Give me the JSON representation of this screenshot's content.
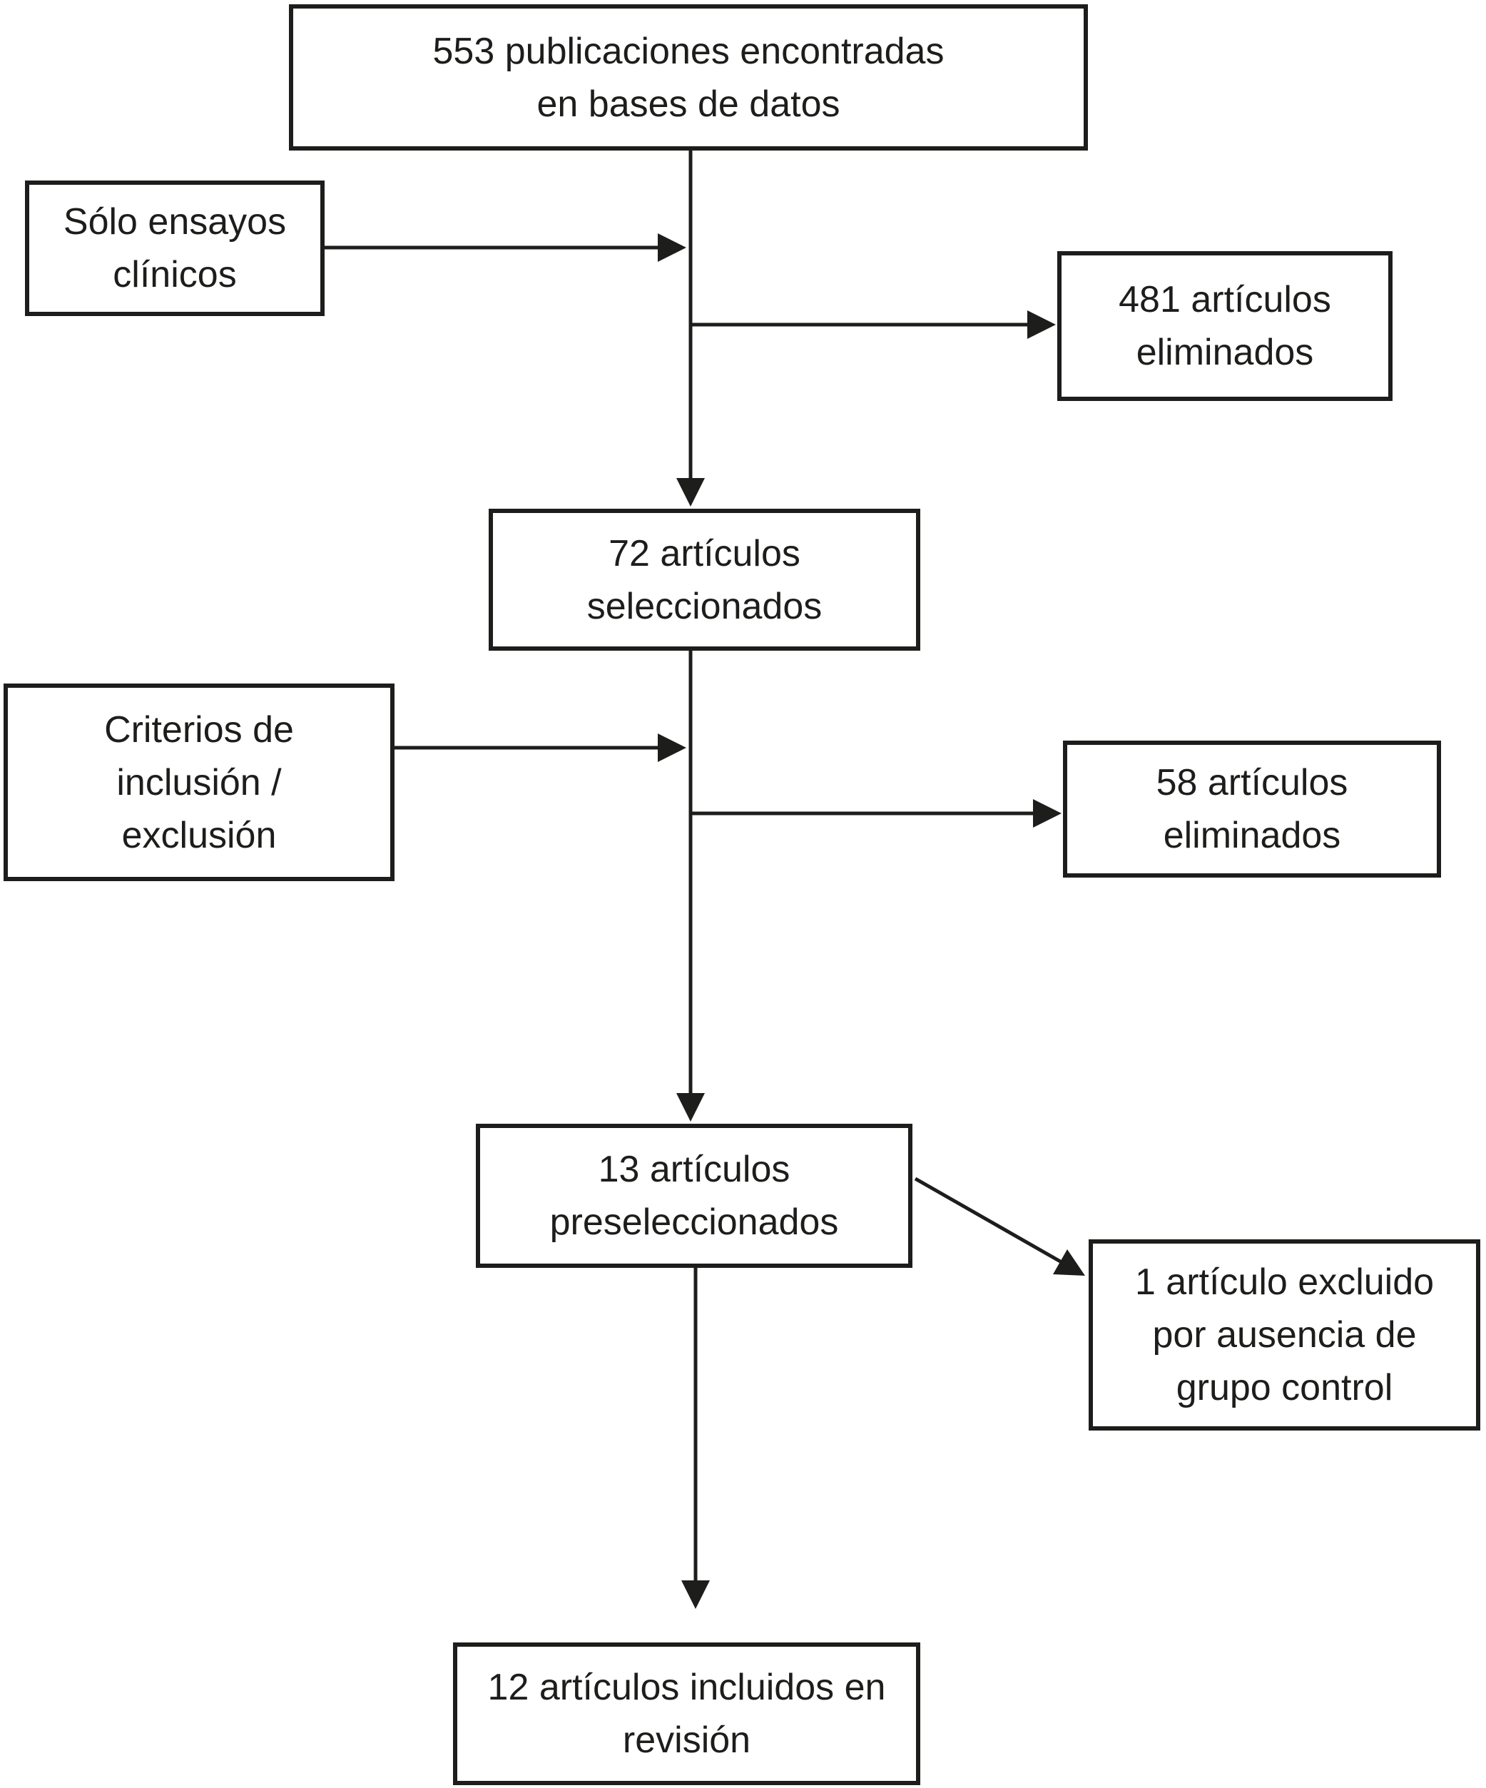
{
  "colors": {
    "ink": "#1d1d1b",
    "paper": "#ffffff"
  },
  "nodes": {
    "found": {
      "lines": [
        "553 publicaciones encontradas",
        "en bases de datos"
      ]
    },
    "only_trials": {
      "lines": [
        "Sólo ensayos",
        "clínicos"
      ]
    },
    "removed_481": {
      "lines": [
        "481 artículos",
        "eliminados"
      ]
    },
    "selected_72": {
      "lines": [
        "72 artículos",
        "seleccionados"
      ]
    },
    "criteria": {
      "lines": [
        "Criterios de",
        "inclusión /",
        "exclusión"
      ]
    },
    "removed_58": {
      "lines": [
        "58 artículos",
        "eliminados"
      ]
    },
    "preselected_13": {
      "lines": [
        "13 artículos",
        "preseleccionados"
      ]
    },
    "excluded_1": {
      "lines": [
        "1 artículo excluido",
        "por ausencia de",
        "grupo control"
      ]
    },
    "included_12": {
      "lines": [
        "12 artículos incluidos en",
        "revisión"
      ]
    }
  }
}
